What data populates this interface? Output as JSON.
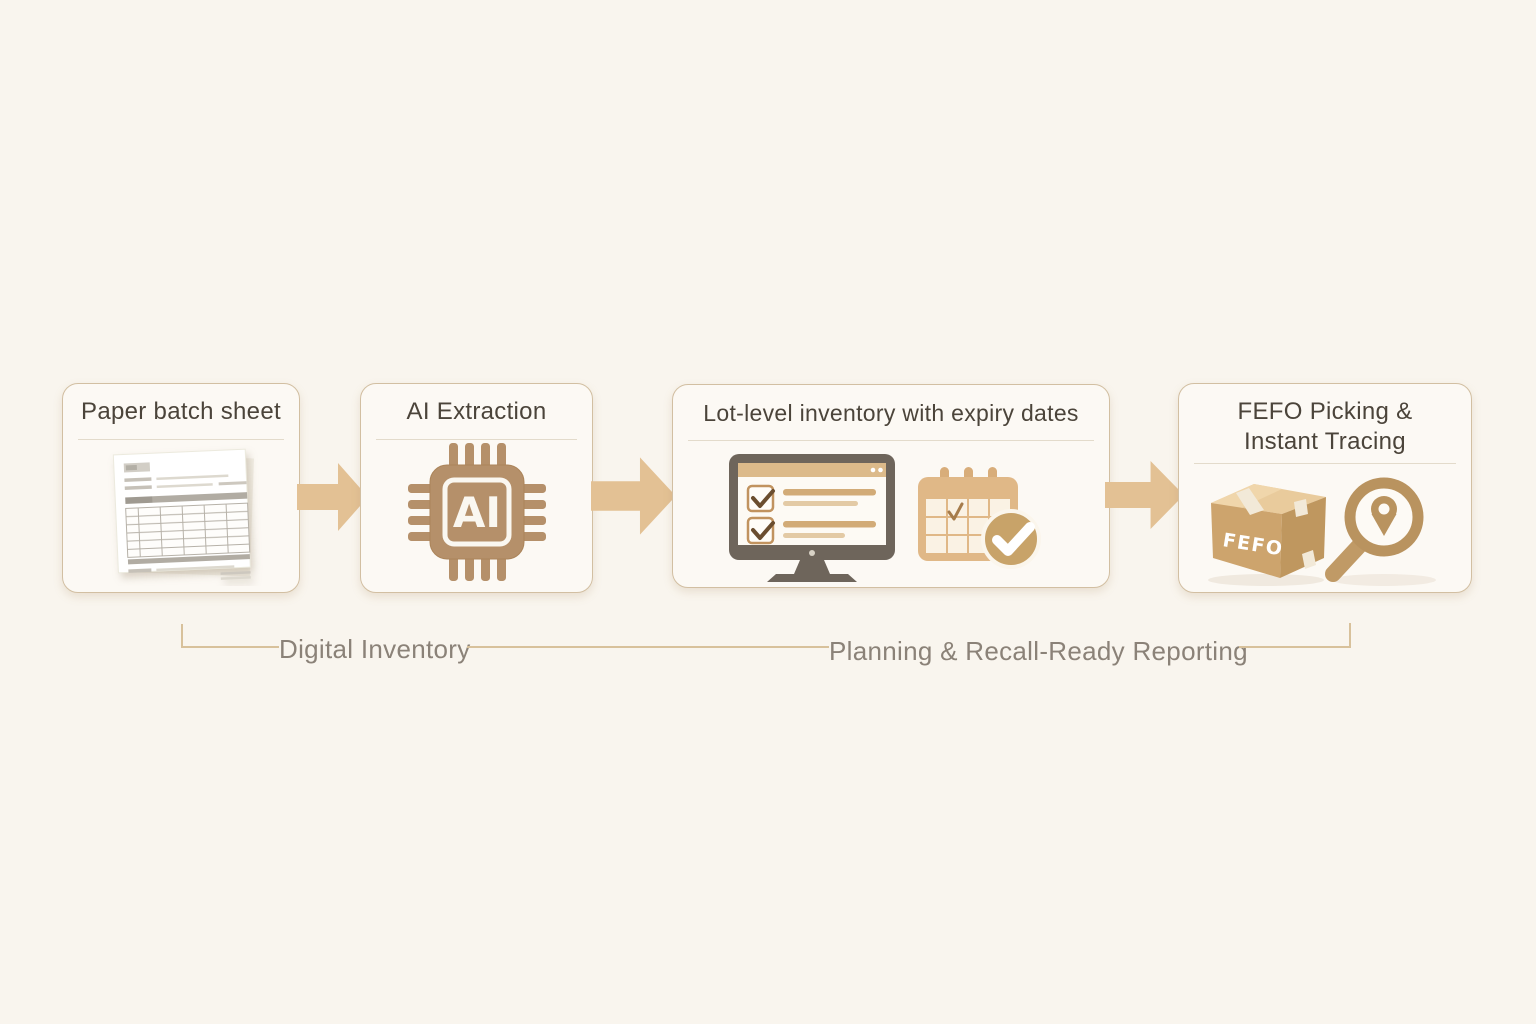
{
  "diagram_title": "",
  "steps": [
    {
      "id": "paper-batch-sheet",
      "title": "Paper batch sheet",
      "icon": "paper-document-icon"
    },
    {
      "id": "ai-extraction",
      "title": "AI Extraction",
      "icon": "ai-chip-icon",
      "chip_label": "AI"
    },
    {
      "id": "lot-level-inventory",
      "title": "Lot-level inventory with expiry dates",
      "icons": [
        "monitor-checklist-icon",
        "calendar-icon",
        "check-circle-icon"
      ]
    },
    {
      "id": "fefo-picking-tracing",
      "title_lines": [
        "FEFO Picking &",
        "Instant Tracing"
      ],
      "icons": [
        "shipping-box-icon",
        "magnifier-location-icon"
      ],
      "box_label": "FEFO"
    }
  ],
  "flow_labels": [
    {
      "label": "Digital Inventory"
    },
    {
      "label": "Planning & Recall-Ready Reporting"
    }
  ],
  "colors": {
    "background": "#f9f5ee",
    "card_background": "#fcf9f4",
    "card_border": "#d2bfa2",
    "title_text": "#4b443a",
    "arrow": "#e3c194",
    "accent_tan": "#b5906a",
    "calendar_tan": "#e0b887",
    "check_circle": "#c8a369",
    "monitor_frame": "#6e655b",
    "flow_line": "#d8c19b",
    "flow_label_text": "#8b8278"
  }
}
